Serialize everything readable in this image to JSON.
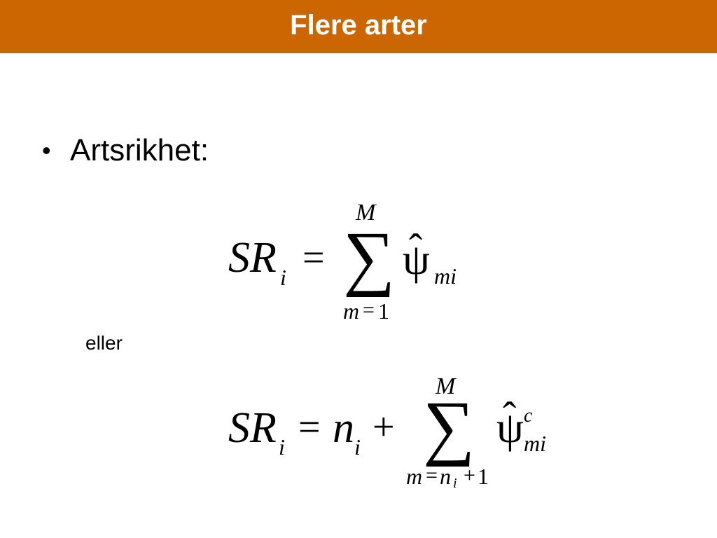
{
  "title": "Flere arter",
  "colors": {
    "header_bg": "#cc6600",
    "title_text": "#ffffff",
    "body_text": "#000000"
  },
  "bullet": {
    "symbol": "•",
    "text": "Artsrikhet:"
  },
  "connector": "eller",
  "formula1": {
    "lhs_main": "SR",
    "lhs_sub": "i",
    "equals": "=",
    "sum_symbol": "∑",
    "upper_limit": "M",
    "lower_var": "m",
    "lower_eq": "=",
    "lower_num": "1",
    "hat": "ˆ",
    "psi": "ψ",
    "psi_sub": "mi"
  },
  "formula2": {
    "lhs_main": "SR",
    "lhs_sub": "i",
    "equals": "=",
    "n_main": "n",
    "n_sub": "i",
    "plus": "+",
    "sum_symbol": "∑",
    "upper_limit": "M",
    "lower_var": "m",
    "lower_eq": "=",
    "lower_n": "n",
    "lower_n_sub": "i",
    "lower_plus": "+",
    "lower_num": "1",
    "hat": "ˆ",
    "psi": "ψ",
    "psi_sup": "c",
    "psi_sub": "mi"
  }
}
